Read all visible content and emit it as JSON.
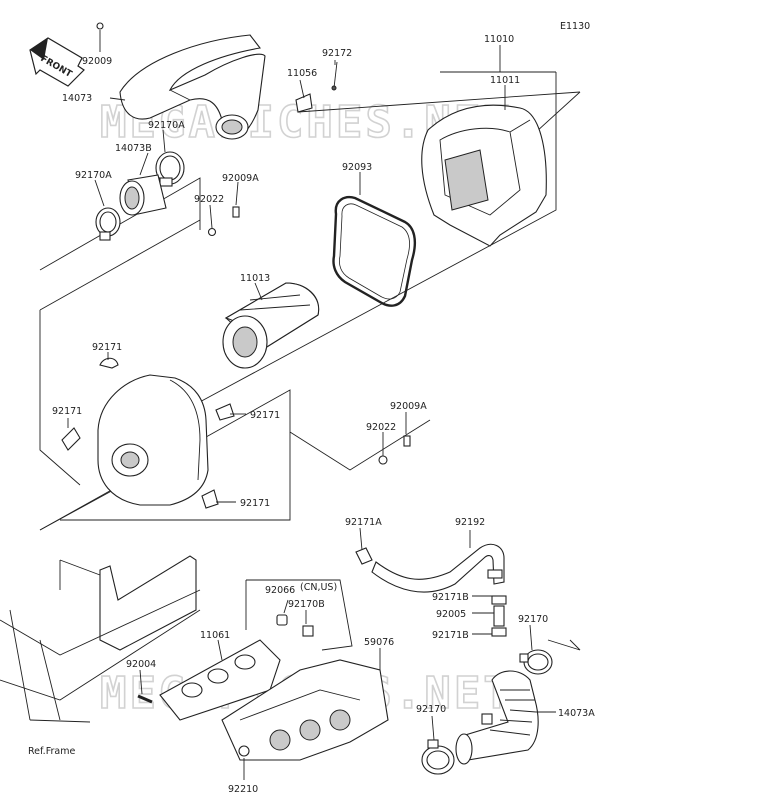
{
  "diagram": {
    "code": "E1130",
    "front_badge": "FRONT",
    "ref_label": "Ref.Frame",
    "watermark": "MEGAFICHES.NET",
    "labels": {
      "p11010": "11010",
      "p11011": "11011",
      "p92172": "92172",
      "p11056": "11056",
      "p92009_top": "92009",
      "p14073": "14073",
      "p92170A_a": "92170A",
      "p14073B": "14073B",
      "p92170A_b": "92170A",
      "p92022_a": "92022",
      "p92009A_a": "92009A",
      "p92093": "92093",
      "p11013": "11013",
      "p92171_a": "92171",
      "p92171_b": "92171",
      "p92171_c": "92171",
      "p92171_d": "92171",
      "p92009A_b": "92009A",
      "p92022_b": "92022",
      "p92171A": "92171A",
      "p92192": "92192",
      "p92066": "92066",
      "cn_us": "(CN,US)",
      "p92170B": "92170B",
      "p92171B_a": "92171B",
      "p92005": "92005",
      "p92171B_b": "92171B",
      "p92170_a": "92170",
      "p11061": "11061",
      "p59076": "59076",
      "p92004": "92004",
      "p92170_b": "92170",
      "p14073A": "14073A",
      "p92210": "92210"
    }
  }
}
